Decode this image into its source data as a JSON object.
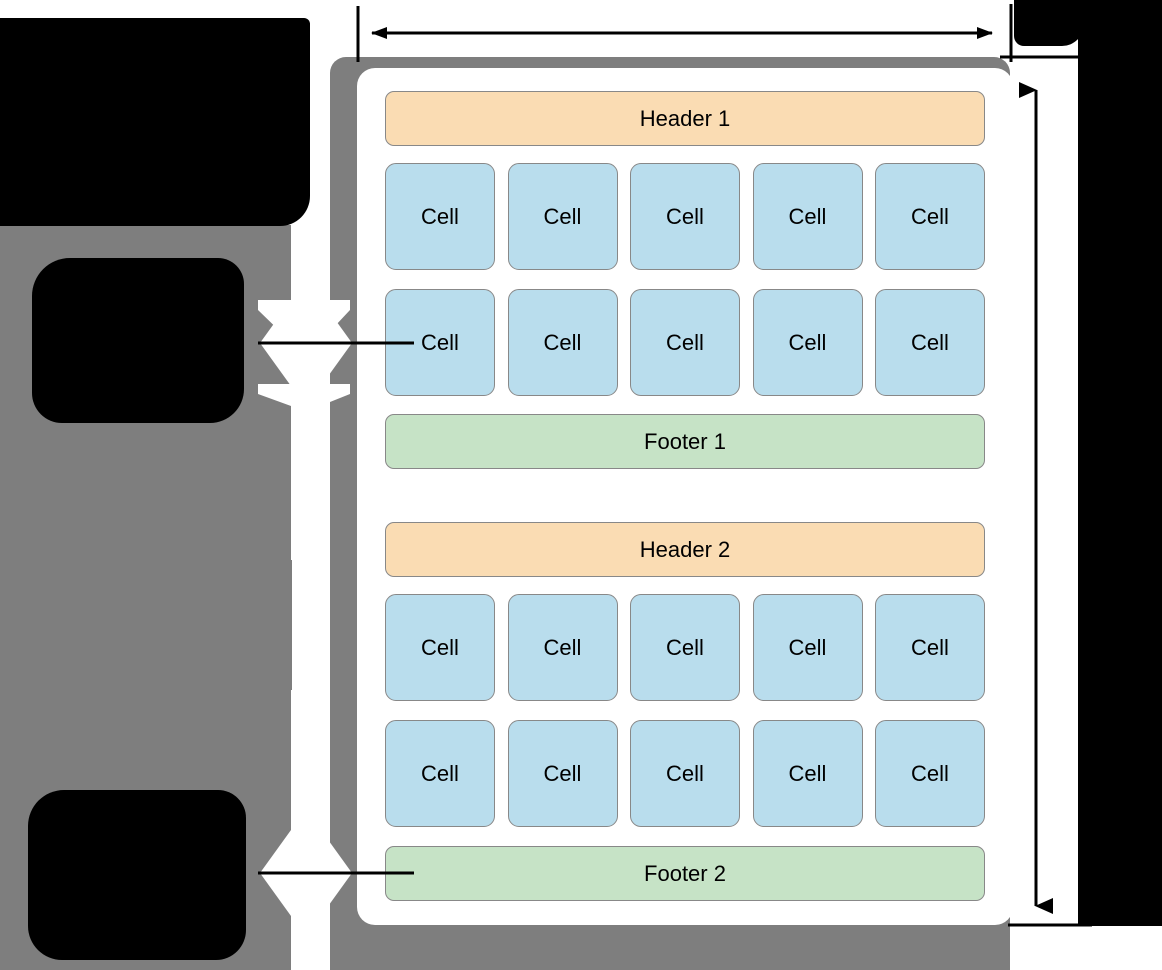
{
  "diagram": {
    "title_visible": false,
    "palette": {
      "header_fill": "#fadcb3",
      "footer_fill": "#c6e3c6",
      "cell_fill": "#b9dded",
      "stroke": "#888888",
      "backdrop_gray": "#7e7e7e",
      "panel_white": "#ffffff",
      "redaction_black": "#000000",
      "annotation_black": "#000000"
    },
    "sections": [
      {
        "id": "section-1",
        "header": {
          "label": "Header 1"
        },
        "rows": [
          {
            "id": "row-1",
            "cells": [
              {
                "label": "Cell"
              },
              {
                "label": "Cell"
              },
              {
                "label": "Cell"
              },
              {
                "label": "Cell"
              },
              {
                "label": "Cell"
              }
            ]
          },
          {
            "id": "row-2",
            "cells": [
              {
                "label": "Cell"
              },
              {
                "label": "Cell"
              },
              {
                "label": "Cell"
              },
              {
                "label": "Cell"
              },
              {
                "label": "Cell"
              }
            ]
          }
        ],
        "footer": {
          "label": "Footer 1"
        }
      },
      {
        "id": "section-2",
        "header": {
          "label": "Header 2"
        },
        "rows": [
          {
            "id": "row-3",
            "cells": [
              {
                "label": "Cell"
              },
              {
                "label": "Cell"
              },
              {
                "label": "Cell"
              },
              {
                "label": "Cell"
              },
              {
                "label": "Cell"
              }
            ]
          },
          {
            "id": "row-4",
            "cells": [
              {
                "label": "Cell"
              },
              {
                "label": "Cell"
              },
              {
                "label": "Cell"
              },
              {
                "label": "Cell"
              },
              {
                "label": "Cell"
              }
            ]
          }
        ],
        "footer": {
          "label": "Footer 2"
        }
      }
    ],
    "annotations": {
      "width_dimension": {
        "label": "",
        "orientation": "horizontal",
        "arrowheads": "both"
      },
      "height_dimension": {
        "label": "",
        "orientation": "vertical",
        "arrowheads": "both"
      },
      "callout_upper": {
        "label": "",
        "target": "row-2-cell-1",
        "marker": "double-arrow-horizontal"
      },
      "callout_lower": {
        "label": "",
        "target": "footer-2",
        "marker": "double-arrow-horizontal"
      }
    },
    "redactions": [
      {
        "id": "redaction-top-left"
      },
      {
        "id": "redaction-middle-left"
      },
      {
        "id": "redaction-bottom-left"
      },
      {
        "id": "redaction-right-column"
      }
    ]
  }
}
